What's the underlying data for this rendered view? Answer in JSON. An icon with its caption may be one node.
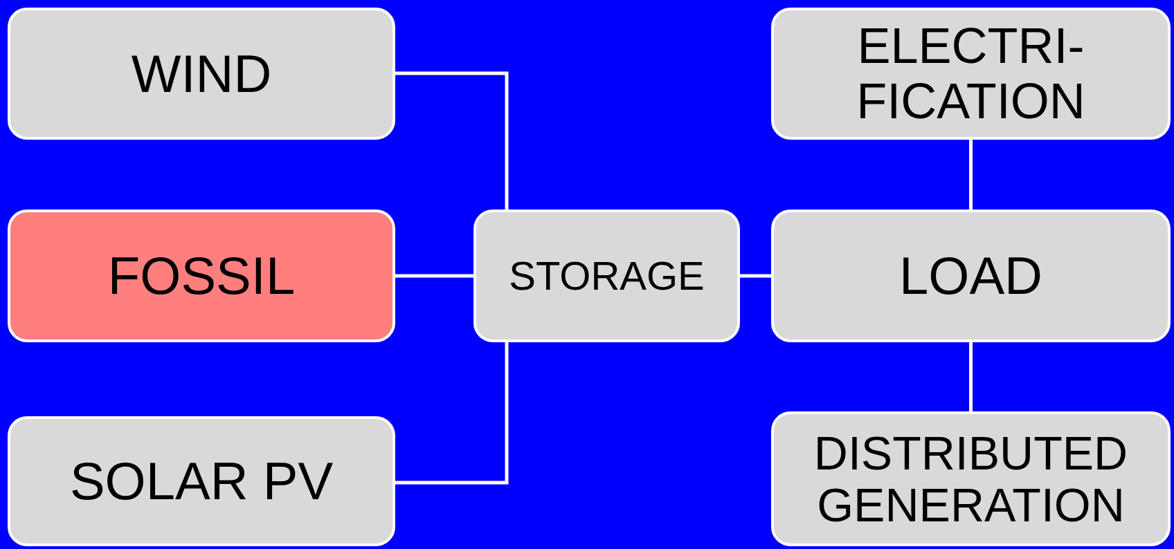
{
  "diagram": {
    "nodes": [
      {
        "text": [
          "WIND"
        ]
      },
      {
        "text": [
          "FOSSIL"
        ]
      },
      {
        "text": [
          "SOLAR PV"
        ]
      },
      {
        "text": [
          "STORAGE"
        ]
      },
      {
        "text": [
          "ELECTRI- FICATION"
        ]
      },
      {
        "text": [
          "LOAD"
        ]
      },
      {
        "text": [
          "DISTRIBUTED GENERATION"
        ]
      }
    ],
    "edges": [
      {
        "from": 0,
        "to": 3,
        "arrow": "none"
      },
      {
        "from": 1,
        "to": 3,
        "arrow": "none"
      },
      {
        "from": 2,
        "to": 3,
        "arrow": "none"
      },
      {
        "from": 3,
        "to": 5,
        "arrow": "none"
      },
      {
        "from": 4,
        "to": 5,
        "arrow": "none"
      },
      {
        "from": 5,
        "to": 6,
        "arrow": "none"
      }
    ]
  }
}
